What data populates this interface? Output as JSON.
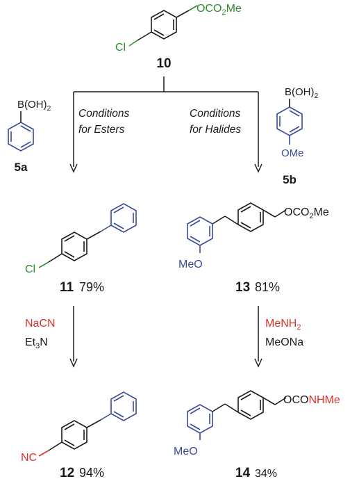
{
  "colors": {
    "green": "#2e8b2e",
    "blue": "#3a4a9a",
    "red": "#e0302a",
    "black": "#1a1a1a"
  },
  "start": {
    "number": "10",
    "chloromethyl": "Cl",
    "carbonate": {
      "main": "OCO",
      "sub": "2",
      "tail": "Me"
    }
  },
  "reagents": {
    "a": {
      "number": "5a",
      "group": {
        "main": "B(OH)",
        "sub": "2"
      }
    },
    "b": {
      "number": "5b",
      "group": {
        "main": "B(OH)",
        "sub": "2"
      },
      "methoxy": "OMe"
    }
  },
  "conditions": {
    "left": {
      "line1": "Conditions",
      "line2": "for Esters"
    },
    "right": {
      "line1": "Conditions",
      "line2": "for Halides"
    }
  },
  "products": {
    "p11": {
      "number": "11",
      "yield": "79%",
      "chloro": "Cl"
    },
    "p13": {
      "number": "13",
      "yield": "81%",
      "methoxy": "MeO",
      "carbonate": {
        "main": "OCO",
        "sub": "2",
        "tail": "Me"
      }
    },
    "p12": {
      "number": "12",
      "yield": "94%",
      "nitrile": "NC"
    },
    "p14": {
      "number": "14",
      "yield": "34%",
      "methoxy": "MeO",
      "carbamate": {
        "black": "OCO",
        "red": "NHMe"
      }
    }
  },
  "steps": {
    "left": {
      "reagent": "NaCN",
      "base": {
        "main": "Et",
        "sub": "3",
        "tail": "N"
      }
    },
    "right": {
      "reagent": {
        "main": "MeNH",
        "sub": "2"
      },
      "base": "MeONa"
    }
  }
}
